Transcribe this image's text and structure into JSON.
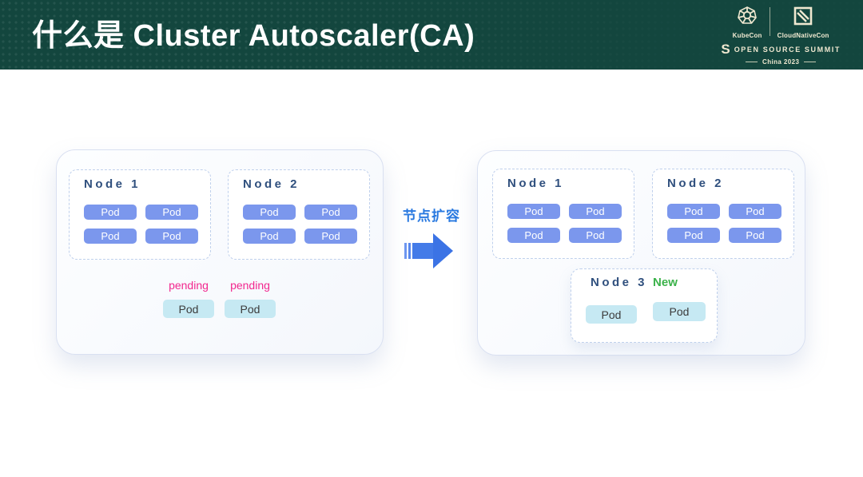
{
  "slide": {
    "title": "什么是 Cluster Autoscaler(CA)"
  },
  "brand": {
    "kubecon_label": "KubeCon",
    "cloudnativecon_label": "CloudNativeCon",
    "summit_s": "S",
    "summit_label": "OPEN SOURCE SUMMIT",
    "event_label": "China 2023"
  },
  "diagram": {
    "transition_label": "节点扩容",
    "before": {
      "nodes": [
        {
          "title": "Node 1",
          "pods": [
            "Pod",
            "Pod",
            "Pod",
            "Pod"
          ]
        },
        {
          "title": "Node 2",
          "pods": [
            "Pod",
            "Pod",
            "Pod",
            "Pod"
          ]
        }
      ],
      "pending_pods": [
        {
          "status": "pending",
          "label": "Pod"
        },
        {
          "status": "pending",
          "label": "Pod"
        }
      ]
    },
    "after": {
      "nodes": [
        {
          "title": "Node 1",
          "pods": [
            "Pod",
            "Pod",
            "Pod",
            "Pod"
          ]
        },
        {
          "title": "Node 2",
          "pods": [
            "Pod",
            "Pod",
            "Pod",
            "Pod"
          ]
        }
      ],
      "new_node": {
        "title": "Node 3",
        "badge": "New",
        "pods": [
          "Pod",
          "Pod"
        ]
      }
    }
  },
  "colors": {
    "header_bg": "#13463E",
    "brand_cream": "#EFE8D0",
    "pod_blue": "#7B97ED",
    "pod_cyan": "#C6E9F3",
    "node_title_navy": "#30507E",
    "pending_pink": "#F2278E",
    "new_green": "#3BB24A",
    "transition_blue": "#2979E0"
  }
}
